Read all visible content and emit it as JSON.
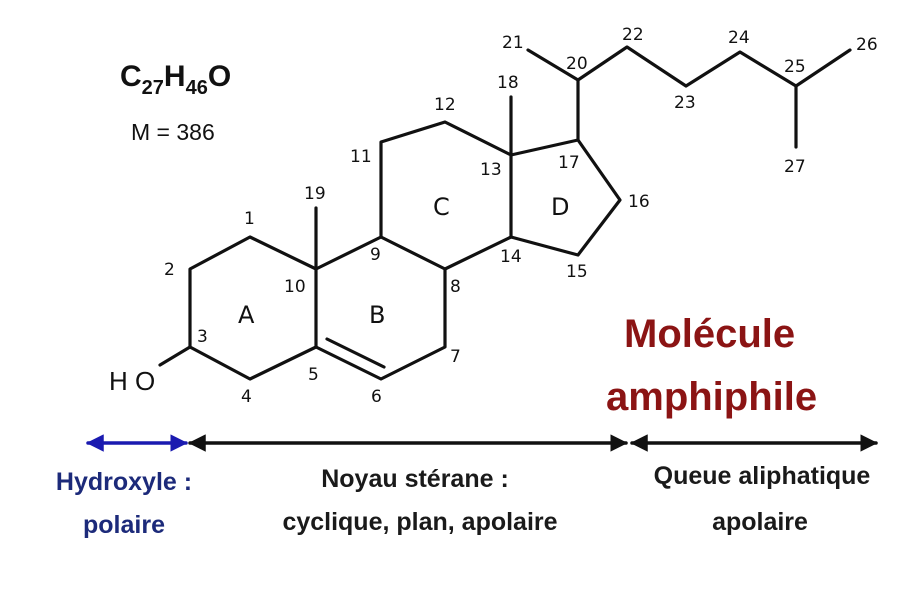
{
  "colors": {
    "bond": "#111111",
    "title": "#8b1414",
    "hydroxyl_arrow": "#1a1ab0",
    "hydroxyl_text": "#1c2a7a",
    "caption_text": "#1a1a1a",
    "arrow": "#111111"
  },
  "formula": {
    "c": "C",
    "c_count": "27",
    "h": "H",
    "h_count": "46",
    "o": "O",
    "mass": "M = 386"
  },
  "hydroxyl_label": "H O",
  "ring_labels": {
    "a": "A",
    "b": "B",
    "c": "C",
    "d": "D"
  },
  "carbon_numbers": [
    "1",
    "2",
    "3",
    "4",
    "5",
    "6",
    "7",
    "8",
    "9",
    "10",
    "11",
    "12",
    "13",
    "14",
    "15",
    "16",
    "17",
    "18",
    "19",
    "20",
    "21",
    "22",
    "23",
    "24",
    "25",
    "26",
    "27"
  ],
  "title": {
    "line1": "Molécule",
    "line2": "amphiphile"
  },
  "regions": [
    {
      "line1": "Hydroxyle :",
      "line2": "polaire"
    },
    {
      "line1": "Noyau stérane :",
      "line2": "cyclique, plan, apolaire"
    },
    {
      "line1": "Queue aliphatique",
      "line2": "apolaire"
    }
  ]
}
